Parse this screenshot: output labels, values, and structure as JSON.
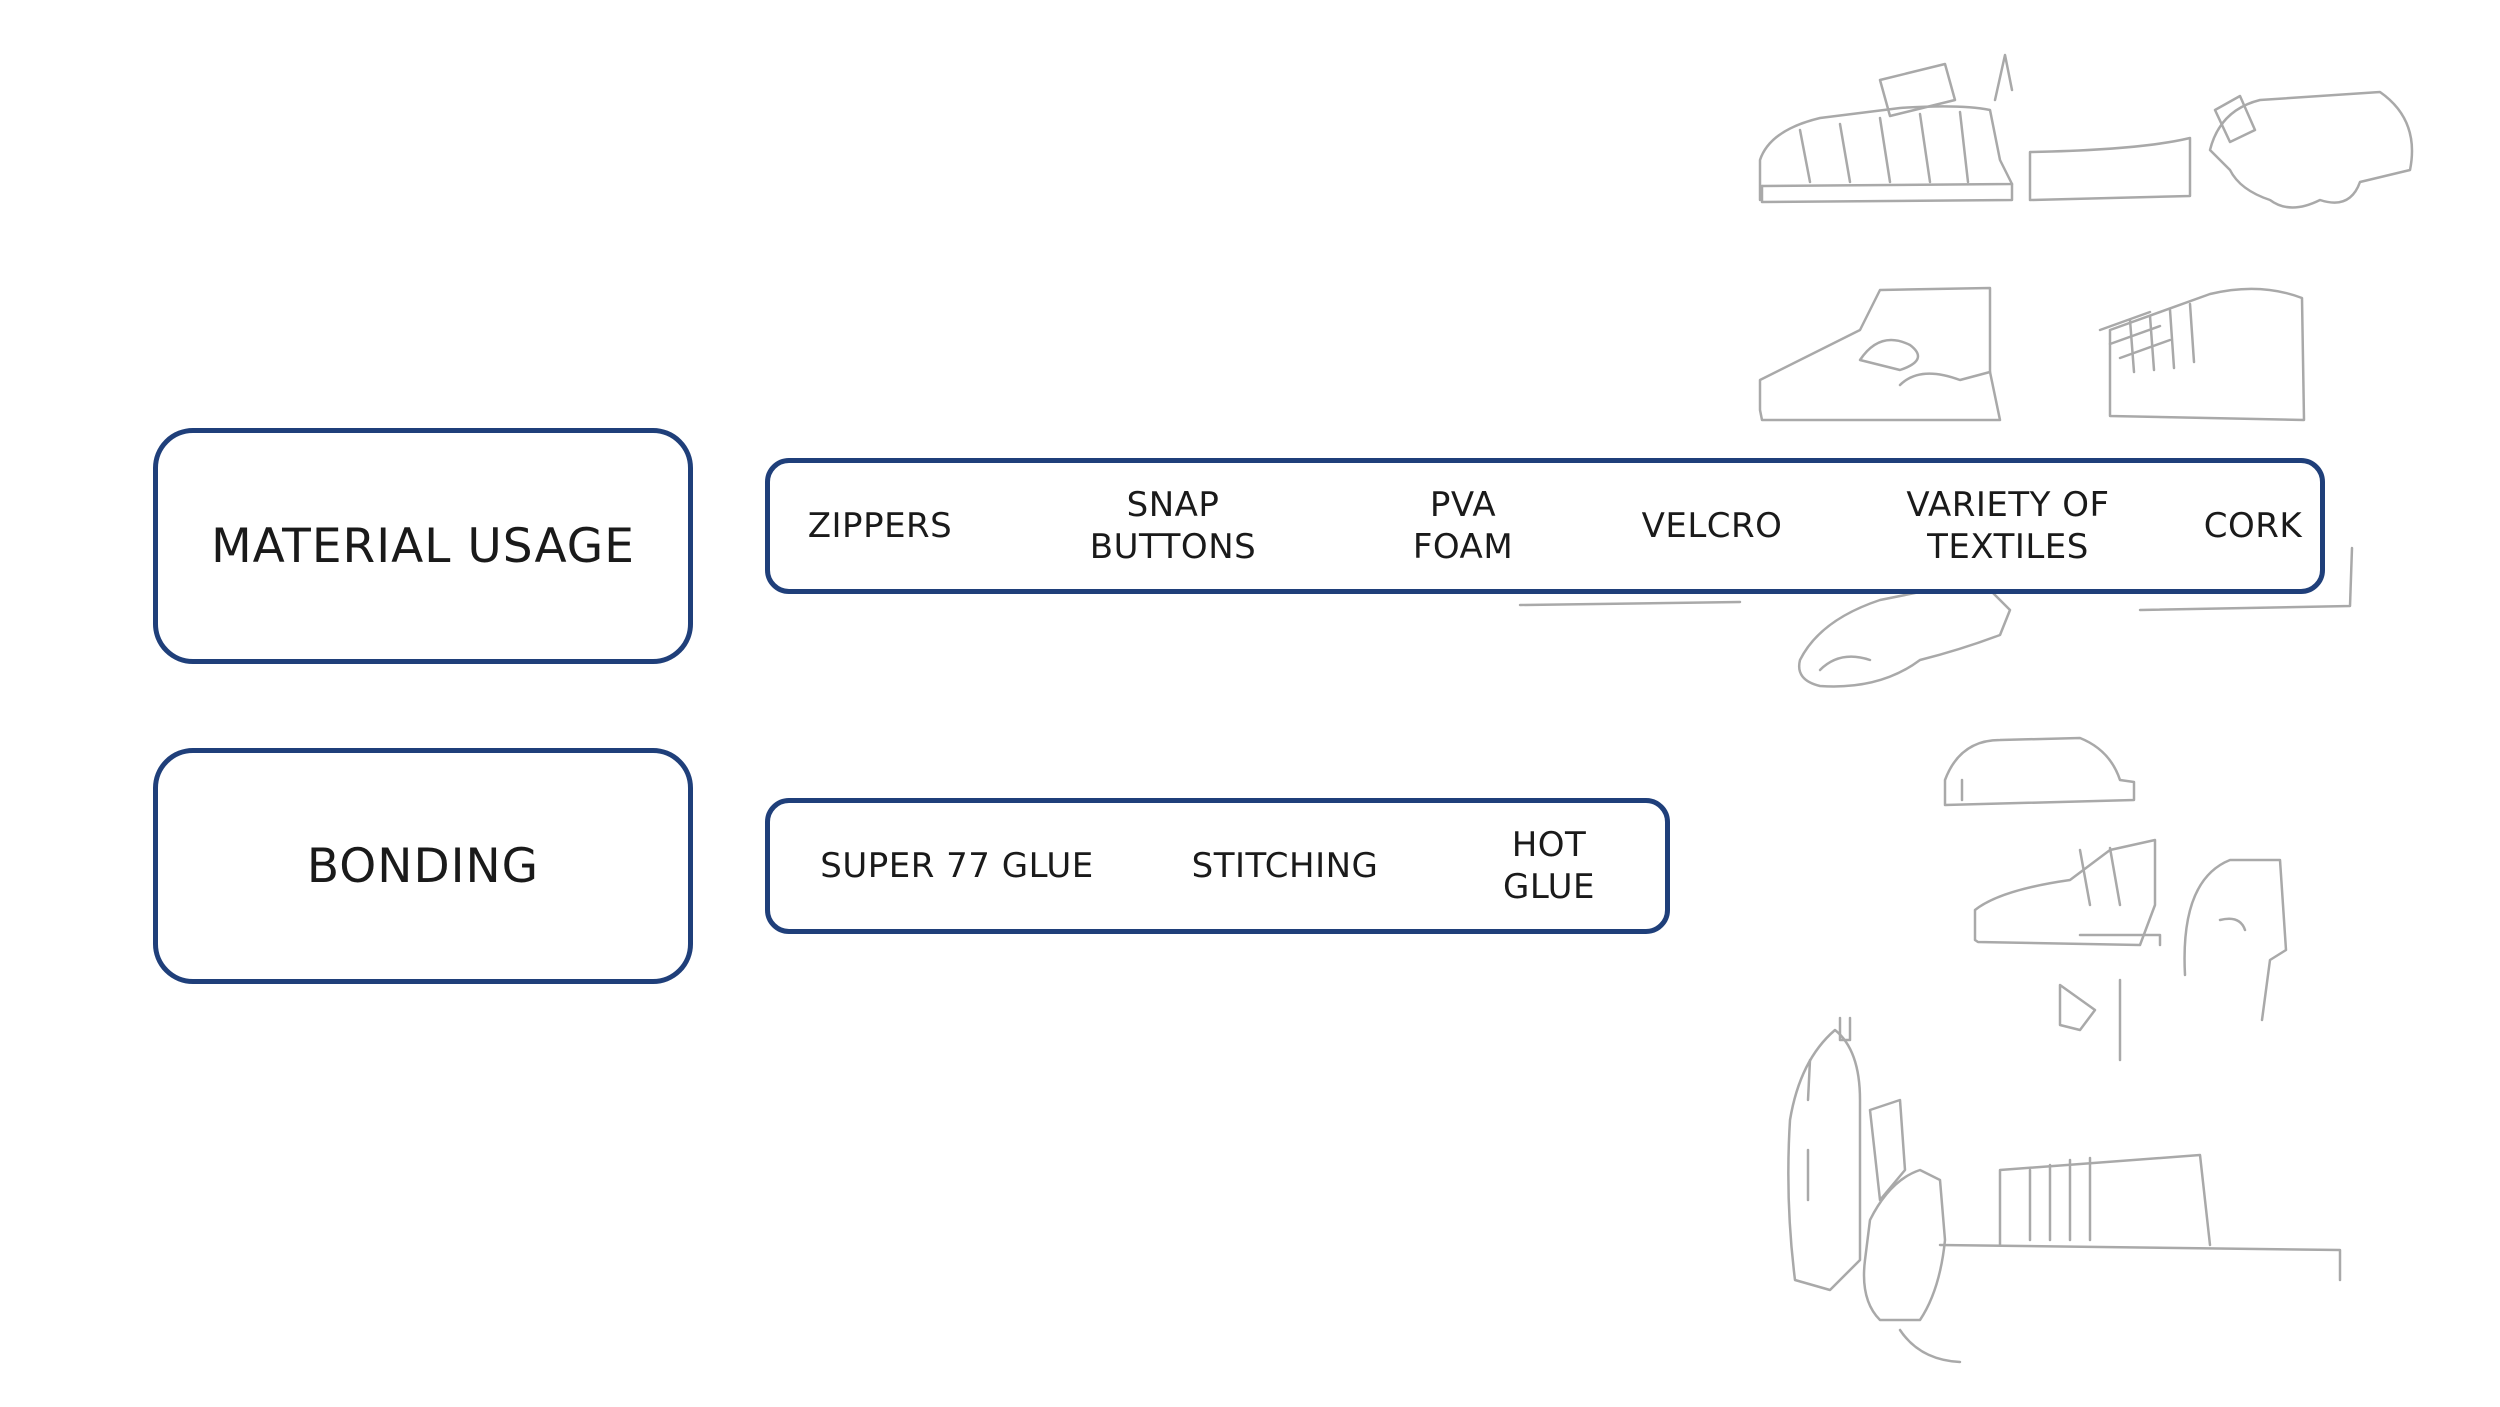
{
  "rows": [
    {
      "label": "MATERIAL USAGE",
      "items": [
        "ZIPPERS",
        "SNAP\nBUTTONS",
        "PVA\nFOAM",
        "VELCRO",
        "VARIETY OF\nTEXTILES",
        "CORK"
      ]
    },
    {
      "label": "BONDING",
      "items": [
        "SUPER 77 GLUE",
        "STITCHING",
        "HOT GLUE"
      ]
    }
  ],
  "colors": {
    "border": "#1f3f7a",
    "sketch": "#a9a9a9"
  }
}
